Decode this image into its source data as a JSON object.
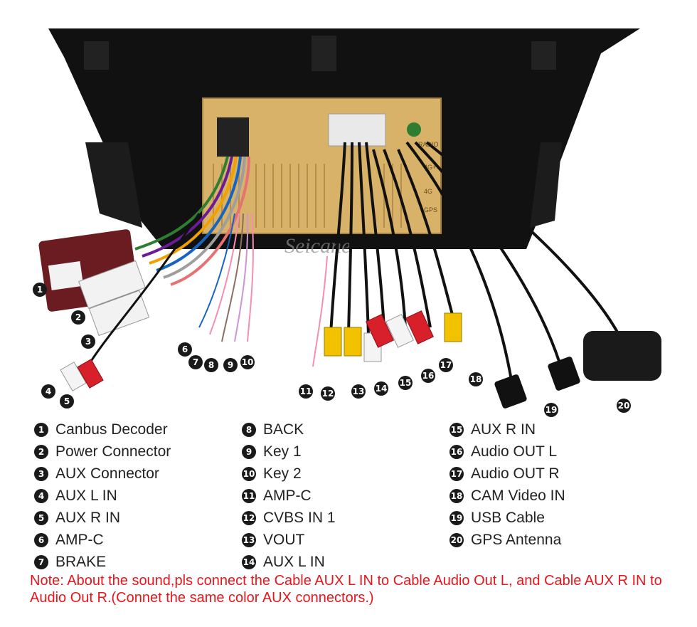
{
  "watermark": "Seicane",
  "unit_labels": [
    "RADIO",
    "4G+",
    "4G",
    "GPS"
  ],
  "callouts": [
    "1",
    "2",
    "3",
    "4",
    "5",
    "6",
    "7",
    "8",
    "9",
    "10",
    "11",
    "12",
    "13",
    "14",
    "15",
    "16",
    "17",
    "18",
    "19",
    "20"
  ],
  "legend": {
    "col1": [
      {
        "n": "1",
        "label": "Canbus Decoder"
      },
      {
        "n": "2",
        "label": "Power Connector"
      },
      {
        "n": "3",
        "label": "AUX Connector"
      },
      {
        "n": "4",
        "label": "AUX L IN"
      },
      {
        "n": "5",
        "label": "AUX R IN"
      },
      {
        "n": "6",
        "label": "AMP-C"
      },
      {
        "n": "7",
        "label": "BRAKE"
      }
    ],
    "col2": [
      {
        "n": "8",
        "label": "BACK"
      },
      {
        "n": "9",
        "label": "Key 1"
      },
      {
        "n": "10",
        "label": "Key 2"
      },
      {
        "n": "11",
        "label": "AMP-C"
      },
      {
        "n": "12",
        "label": "CVBS IN 1"
      },
      {
        "n": "13",
        "label": "VOUT"
      },
      {
        "n": "14",
        "label": "AUX L IN"
      }
    ],
    "col3": [
      {
        "n": "15",
        "label": "AUX R IN"
      },
      {
        "n": "16",
        "label": "Audio OUT L"
      },
      {
        "n": "17",
        "label": "Audio OUT R"
      },
      {
        "n": "18",
        "label": "CAM Video IN"
      },
      {
        "n": "19",
        "label": "USB Cable"
      },
      {
        "n": "20",
        "label": "GPS Antenna"
      }
    ]
  },
  "note": "Note: About the sound,pls connect the Cable AUX L IN to Cable Audio Out L, and Cable AUX R IN to  Audio Out R.(Connet the same color AUX connectors.)",
  "colors": {
    "note": "#e8151b",
    "housing": "#111111",
    "unit": "#d9b26a",
    "rca_yellow": "#f2c200",
    "rca_red": "#d8202a",
    "rca_white": "#f4f4f4"
  }
}
